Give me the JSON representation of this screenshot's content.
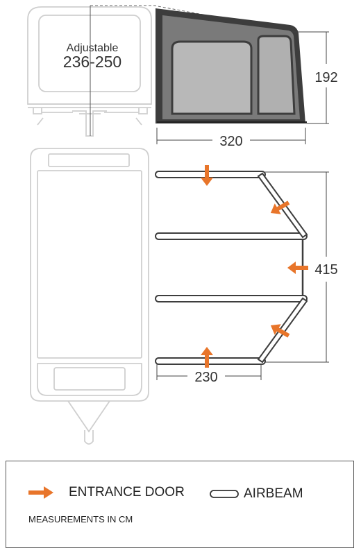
{
  "colors": {
    "accent": "#e8752a",
    "outline": "#cccccc",
    "tent_dark": "#3d3d3d",
    "tent_mid": "#777777",
    "dimension_line": "#444444"
  },
  "caravan_front": {
    "label": "Adjustable",
    "range": "236-250"
  },
  "dimensions": {
    "height": "192",
    "width_side": "320",
    "depth": "415",
    "front_width": "230"
  },
  "legend": {
    "entrance_door_label": "ENTRANCE DOOR",
    "entrance_door_icon": "arrow-right-icon",
    "airbeam_label": "AIRBEAM",
    "airbeam_icon": "airbeam-pill-icon",
    "note": "MEASUREMENTS IN CM"
  }
}
